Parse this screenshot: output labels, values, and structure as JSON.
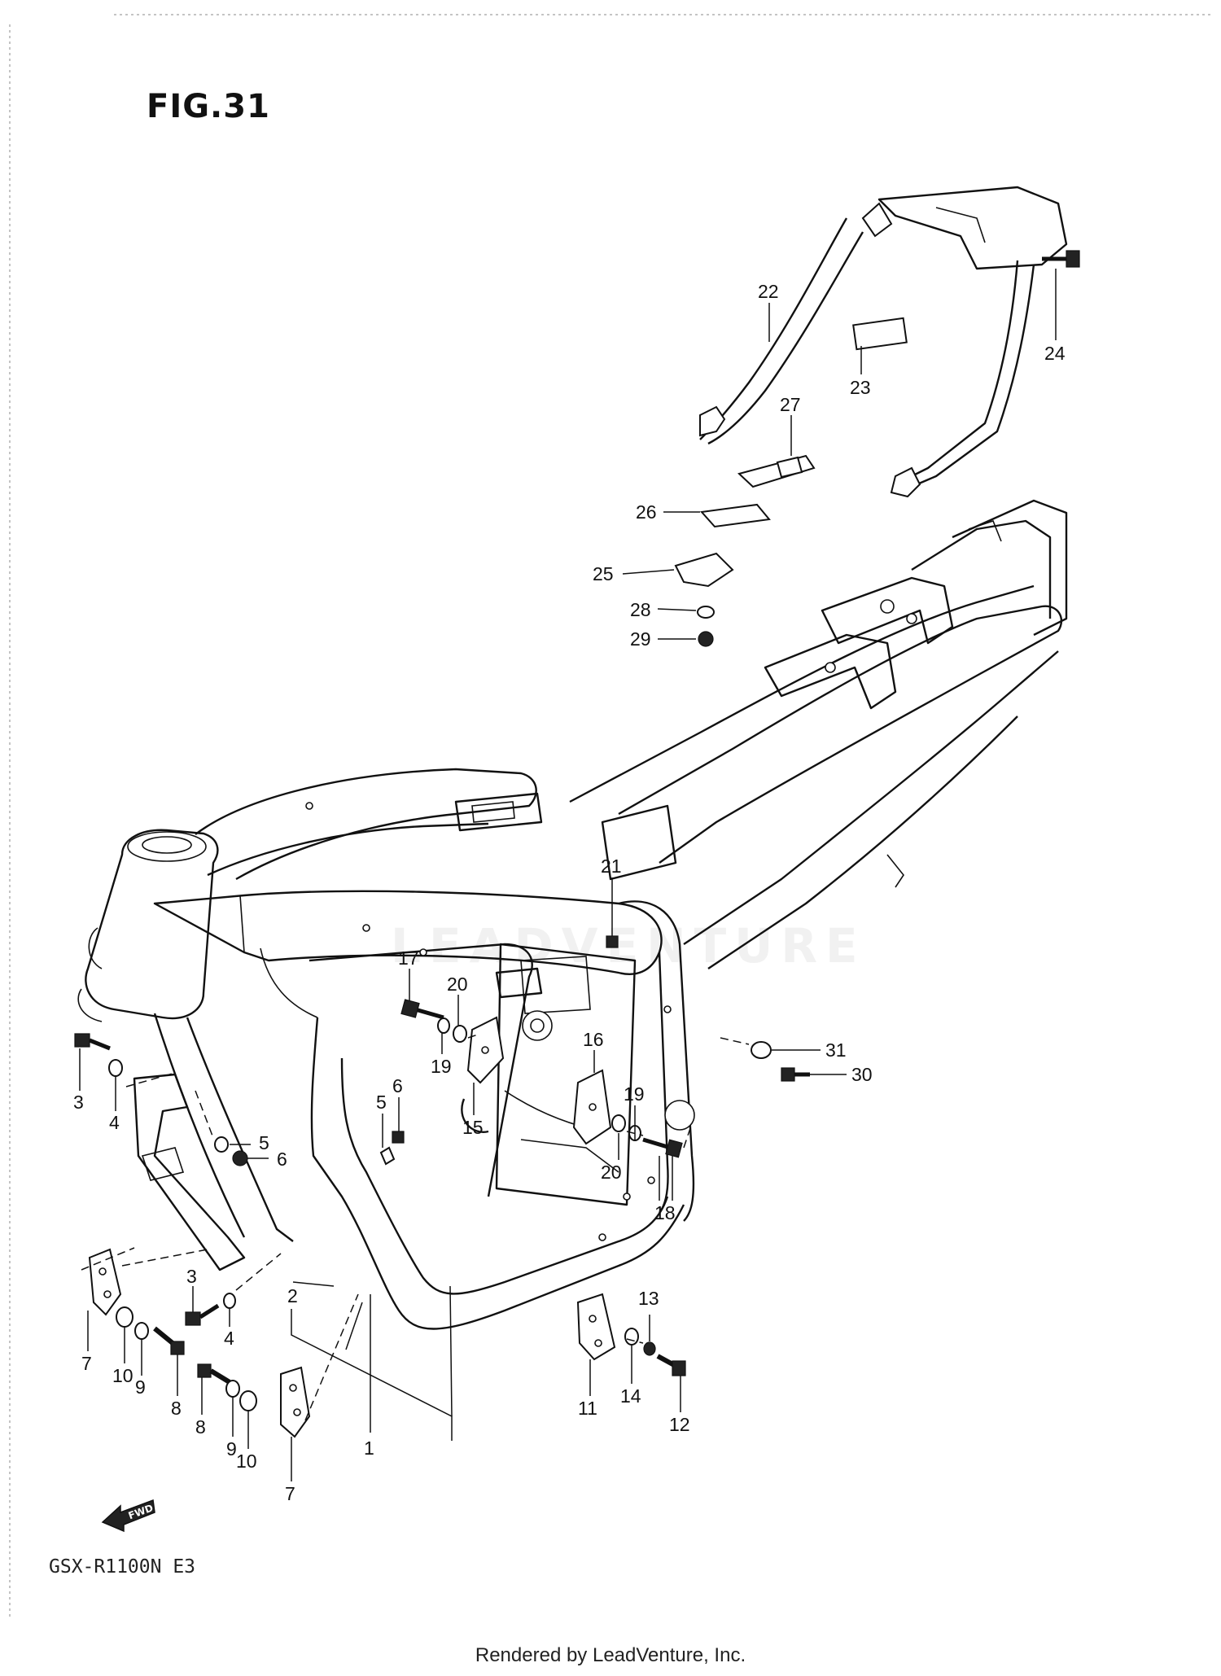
{
  "figure": {
    "title": "FIG.31",
    "model": "GSX-R1100N E3",
    "footer": "Rendered by LeadVenture, Inc.",
    "watermark": "LEADVENTURE",
    "fwd_label": "FWD"
  },
  "callouts": [
    {
      "id": "c1",
      "label": "1"
    },
    {
      "id": "c2",
      "label": "2"
    },
    {
      "id": "c3a",
      "label": "3"
    },
    {
      "id": "c3b",
      "label": "3"
    },
    {
      "id": "c4a",
      "label": "4"
    },
    {
      "id": "c4b",
      "label": "4"
    },
    {
      "id": "c5a",
      "label": "5"
    },
    {
      "id": "c5b",
      "label": "5"
    },
    {
      "id": "c6a",
      "label": "6"
    },
    {
      "id": "c6b",
      "label": "6"
    },
    {
      "id": "c7a",
      "label": "7"
    },
    {
      "id": "c7b",
      "label": "7"
    },
    {
      "id": "c8a",
      "label": "8"
    },
    {
      "id": "c8b",
      "label": "8"
    },
    {
      "id": "c9a",
      "label": "9"
    },
    {
      "id": "c9b",
      "label": "9"
    },
    {
      "id": "c10a",
      "label": "10"
    },
    {
      "id": "c10b",
      "label": "10"
    },
    {
      "id": "c11",
      "label": "11"
    },
    {
      "id": "c12",
      "label": "12"
    },
    {
      "id": "c13",
      "label": "13"
    },
    {
      "id": "c14",
      "label": "14"
    },
    {
      "id": "c15",
      "label": "15"
    },
    {
      "id": "c16",
      "label": "16"
    },
    {
      "id": "c17",
      "label": "17"
    },
    {
      "id": "c18",
      "label": "18"
    },
    {
      "id": "c19a",
      "label": "19"
    },
    {
      "id": "c19b",
      "label": "19"
    },
    {
      "id": "c20a",
      "label": "20"
    },
    {
      "id": "c20b",
      "label": "20"
    },
    {
      "id": "c21",
      "label": "21"
    },
    {
      "id": "c22",
      "label": "22"
    },
    {
      "id": "c23",
      "label": "23"
    },
    {
      "id": "c24",
      "label": "24"
    },
    {
      "id": "c25",
      "label": "25"
    },
    {
      "id": "c26",
      "label": "26"
    },
    {
      "id": "c27",
      "label": "27"
    },
    {
      "id": "c28",
      "label": "28"
    },
    {
      "id": "c29",
      "label": "29"
    },
    {
      "id": "c30",
      "label": "30"
    },
    {
      "id": "c31",
      "label": "31"
    }
  ]
}
